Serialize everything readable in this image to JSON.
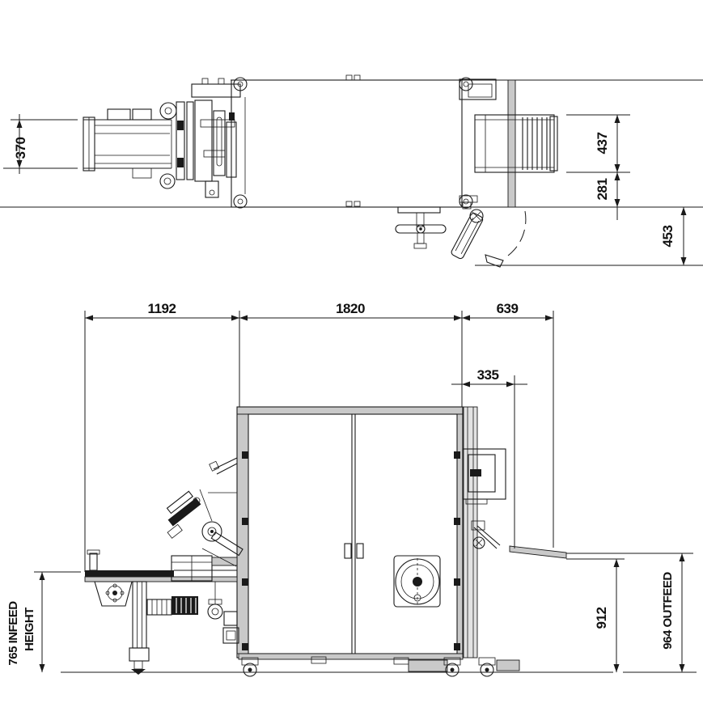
{
  "colors": {
    "ink": "#1a1a1a",
    "background": "#ffffff"
  },
  "plan": {
    "dims": {
      "infeed_width": "370",
      "outfeed_width": "437",
      "outfeed_offset": "281",
      "swing_clearance": "453"
    }
  },
  "elevation": {
    "dims": {
      "infeed_length": "1192",
      "body_length": "1820",
      "outfeed_length": "639",
      "panel_offset": "335",
      "infeed_height_1": "765 INFEED",
      "infeed_height_2": "HEIGHT",
      "outfeed_roller_height": "912",
      "outfeed_height": "964 OUTFEED"
    }
  }
}
